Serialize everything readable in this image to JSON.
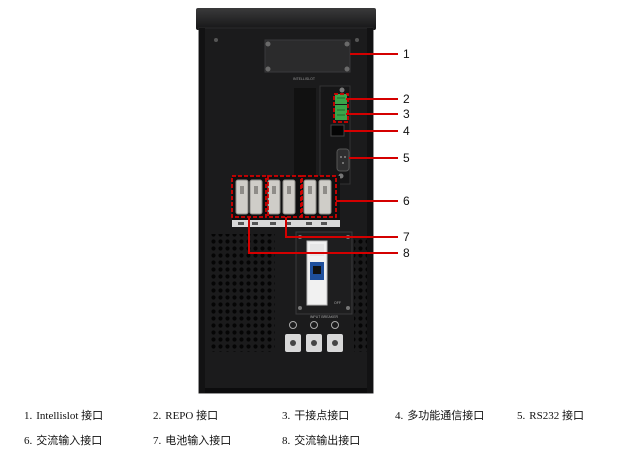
{
  "panel": {
    "slot_label": "INTELLISLOT",
    "breaker_label": "INPUT BREAKER",
    "breaker_small": "OFF"
  },
  "callouts": [
    "1",
    "2",
    "3",
    "4",
    "5",
    "6",
    "7",
    "8"
  ],
  "legend": {
    "row1": [
      {
        "num": "1.",
        "text": "Intellislot 接口"
      },
      {
        "num": "2.",
        "text": "REPO 接口"
      },
      {
        "num": "3.",
        "text": "干接点接口"
      },
      {
        "num": "4.",
        "text": "多功能通信接口"
      },
      {
        "num": "5.",
        "text": "RS232 接口"
      }
    ],
    "row2": [
      {
        "num": "6.",
        "text": "交流输入接口"
      },
      {
        "num": "7.",
        "text": "电池输入接口"
      },
      {
        "num": "8.",
        "text": "交流输出接口"
      }
    ]
  },
  "colors": {
    "cabinet": "#1b1b1c",
    "cabinet_edge": "#2a2a2b",
    "callout_line": "#d40000",
    "terminal": "#cfcdc8",
    "green_connector": "#3aa64a"
  }
}
